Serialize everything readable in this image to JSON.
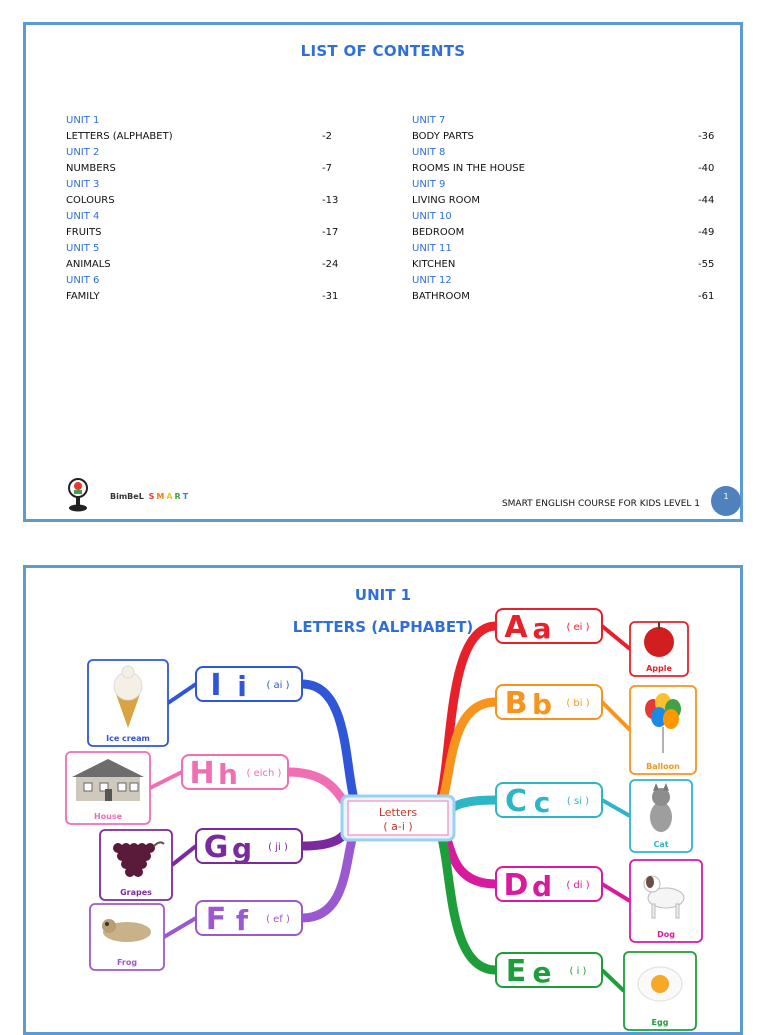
{
  "toc": {
    "title": "LIST OF CONTENTS",
    "left": [
      {
        "unit": "UNIT  1",
        "name": "LETTERS (ALPHABET)",
        "page": "-2"
      },
      {
        "unit": "UNIT 2",
        "name": "NUMBERS",
        "page": "-7"
      },
      {
        "unit": "UNIT 3",
        "name": "COLOURS",
        "page": "-13"
      },
      {
        "unit": "UNIT 4",
        "name": "FRUITS",
        "page": "-17"
      },
      {
        "unit": "UNIT 5",
        "name": "ANIMALS",
        "page": "-24"
      },
      {
        "unit": "UNIT 6",
        "name": "FAMILY",
        "page": "-31"
      }
    ],
    "right": [
      {
        "unit": "UNIT 7",
        "name": "BODY PARTS",
        "page": "-36"
      },
      {
        "unit": "UNIT 8",
        "name": "ROOMS IN THE HOUSE",
        "page": "-40"
      },
      {
        "unit": "UNIT 9",
        "name": "LIVING ROOM",
        "page": "-44"
      },
      {
        "unit": "UNIT 10",
        "name": "BEDROOM",
        "page": "-49"
      },
      {
        "unit": "UNIT 11",
        "name": "KITCHEN",
        "page": "-55"
      },
      {
        "unit": "UNIT 12",
        "name": "BATHROOM",
        "page": "-61"
      }
    ]
  },
  "footer": {
    "brand": "BimBeL",
    "smart_letters": [
      "S",
      "M",
      "A",
      "R",
      "T"
    ],
    "smart_colors": [
      "#e53935",
      "#f57c00",
      "#fbc02d",
      "#43a047",
      "#1e88e5"
    ],
    "course": "SMART ENGLISH COURSE FOR KIDS LEVEL 1",
    "page": "1"
  },
  "unit1": {
    "title": "UNIT 1",
    "subtitle": "LETTERS (ALPHABET)",
    "center_line1": "Letters",
    "center_line2": "( a-i )",
    "letters": [
      {
        "upper": "A",
        "lower": "a",
        "sound": "( ei )",
        "word": "Apple",
        "color": "#e8202a",
        "side": "right"
      },
      {
        "upper": "B",
        "lower": "b",
        "sound": "( bi )",
        "word": "Balloon",
        "color": "#f7941d",
        "side": "right"
      },
      {
        "upper": "C",
        "lower": "c",
        "sound": "( si )",
        "word": "Cat",
        "color": "#2fb5c8",
        "side": "right"
      },
      {
        "upper": "D",
        "lower": "d",
        "sound": "( di )",
        "word": "Dog",
        "color": "#d81b9e",
        "side": "right"
      },
      {
        "upper": "E",
        "lower": "e",
        "sound": "( i )",
        "word": "Egg",
        "color": "#1e9e3a",
        "side": "right"
      },
      {
        "upper": "F",
        "lower": "f",
        "sound": "( ef )",
        "word": "Frog",
        "color": "#9b59d0",
        "side": "left"
      },
      {
        "upper": "G",
        "lower": "g",
        "sound": "( ji )",
        "word": "Grapes",
        "color": "#7a2a9c",
        "side": "left"
      },
      {
        "upper": "H",
        "lower": "h",
        "sound": "( eich )",
        "word": "House",
        "color": "#f06eb4",
        "side": "left"
      },
      {
        "upper": "I",
        "lower": "i",
        "sound": "( ai )",
        "word": "Ice cream",
        "color": "#2f56d6",
        "side": "left"
      }
    ]
  }
}
